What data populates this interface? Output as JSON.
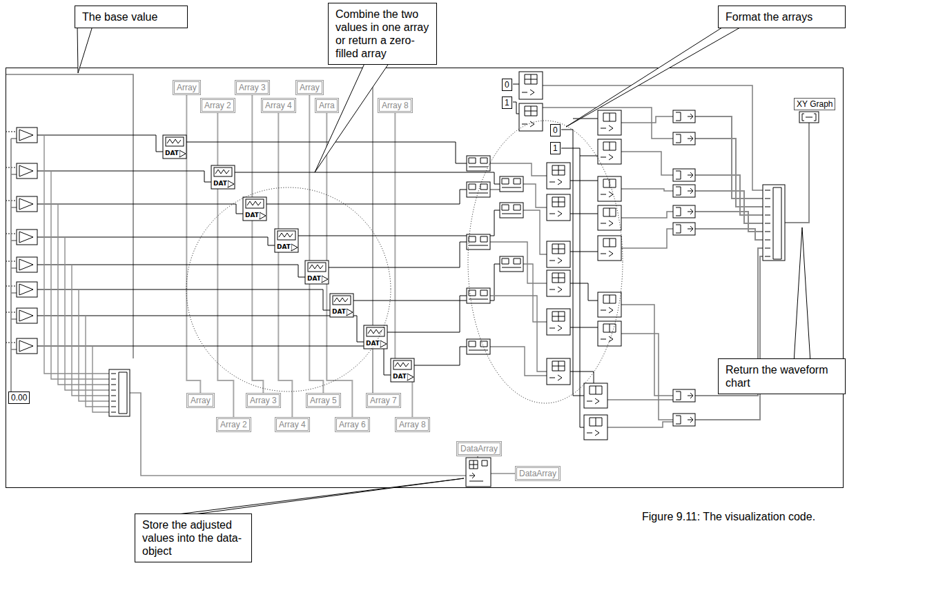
{
  "diagram": {
    "caption": "Figure 9.11: The visualization code.",
    "nodes": [
      {
        "text": [
          "The base value"
        ]
      },
      {
        "text": [
          "Combine the two values in one array or return a zero-filled array"
        ]
      },
      {
        "text": [
          "Format the arrays"
        ]
      },
      {
        "text": [
          "Array"
        ]
      },
      {
        "text": [
          "Array 3"
        ]
      },
      {
        "text": [
          "Array"
        ]
      },
      {
        "text": [
          "Array 2"
        ]
      },
      {
        "text": [
          "Array 4"
        ]
      },
      {
        "text": [
          "Arra"
        ]
      },
      {
        "text": [
          "Array 8"
        ]
      },
      {
        "text": [
          "0"
        ]
      },
      {
        "text": [
          "1"
        ]
      },
      {
        "text": [
          "0"
        ]
      },
      {
        "text": [
          "1"
        ]
      },
      {
        "text": [
          "XY Graph"
        ]
      },
      {
        "text": [
          "0.00"
        ]
      },
      {
        "text": [
          "Array"
        ]
      },
      {
        "text": [
          "Array 3"
        ]
      },
      {
        "text": [
          "Array 5"
        ]
      },
      {
        "text": [
          "Array 7"
        ]
      },
      {
        "text": [
          "Array 2"
        ]
      },
      {
        "text": [
          "Array 4"
        ]
      },
      {
        "text": [
          "Array 6"
        ]
      },
      {
        "text": [
          "Array 8"
        ]
      },
      {
        "text": [
          "DataArray"
        ]
      },
      {
        "text": [
          "DataArray"
        ]
      },
      {
        "text": [
          "Return the waveform chart"
        ]
      },
      {
        "text": [
          "Store the adjusted values into the data-object"
        ]
      }
    ],
    "edges": [
      {
        "from": 3,
        "to": 16,
        "arrow": "none"
      },
      {
        "from": 4,
        "to": 17,
        "arrow": "none"
      },
      {
        "from": 5,
        "to": 18,
        "arrow": "none"
      },
      {
        "from": 6,
        "to": 20,
        "arrow": "none"
      },
      {
        "from": 7,
        "to": 21,
        "arrow": "none"
      },
      {
        "from": 8,
        "to": 22,
        "arrow": "none"
      },
      {
        "from": 9,
        "to": 23,
        "arrow": "none"
      }
    ],
    "labels": [
      "DAT",
      "DAT",
      "DAT",
      "DAT",
      "DAT",
      "DAT",
      "DAT",
      "DAT"
    ]
  }
}
